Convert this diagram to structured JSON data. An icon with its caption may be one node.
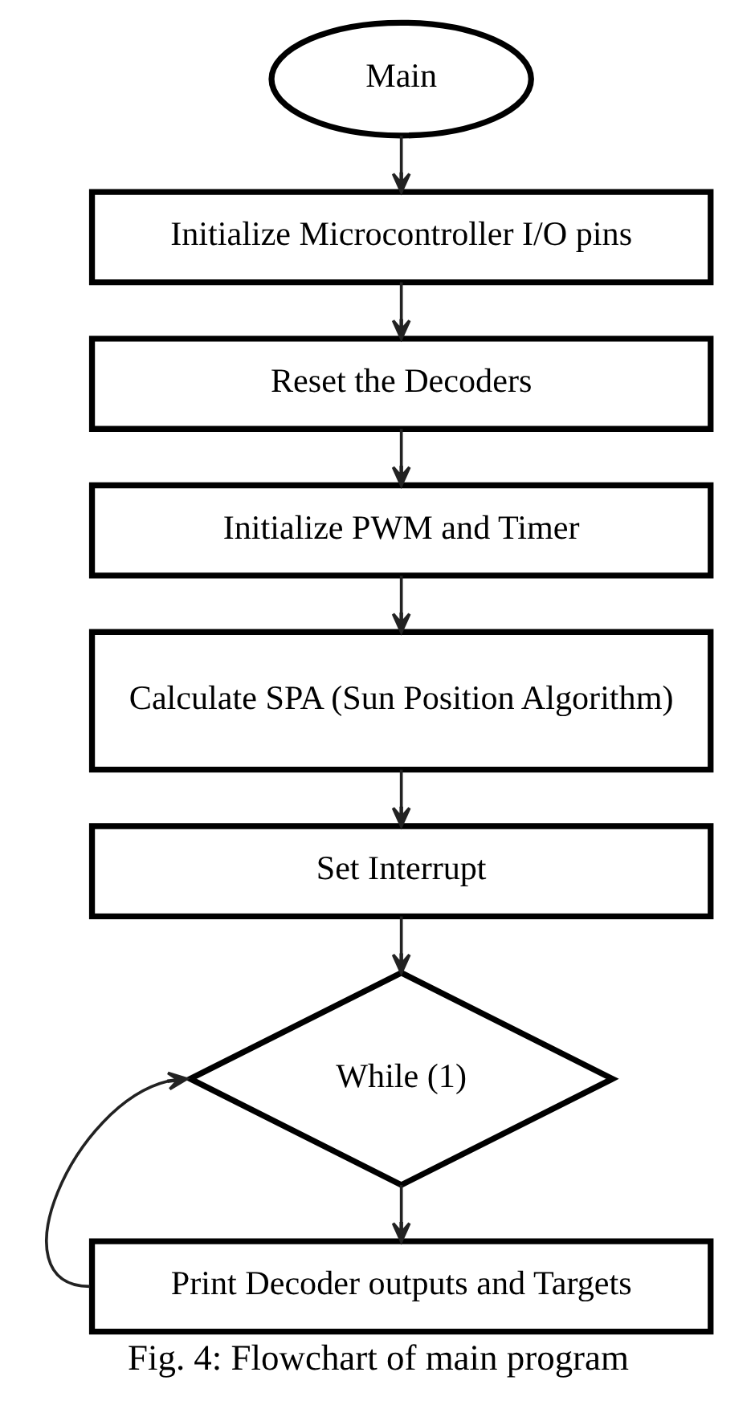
{
  "diagram": {
    "caption": "Fig. 4: Flowchart of main program",
    "nodes": [
      {
        "text": [
          "Main"
        ]
      },
      {
        "text": [
          "Initialize Microcontroller I/O pins"
        ]
      },
      {
        "text": [
          "Reset the Decoders"
        ]
      },
      {
        "text": [
          "Initialize PWM and Timer"
        ]
      },
      {
        "text": [
          "Calculate SPA (Sun Position Algorithm)"
        ]
      },
      {
        "text": [
          "Set Interrupt"
        ]
      },
      {
        "text": [
          "While (1)"
        ]
      },
      {
        "text": [
          "Print Decoder outputs and Targets"
        ]
      }
    ],
    "edges": [
      {
        "from": 0,
        "to": 1,
        "arrow": "to"
      },
      {
        "from": 1,
        "to": 2,
        "arrow": "to"
      },
      {
        "from": 2,
        "to": 3,
        "arrow": "to"
      },
      {
        "from": 3,
        "to": 4,
        "arrow": "to"
      },
      {
        "from": 4,
        "to": 5,
        "arrow": "to"
      },
      {
        "from": 5,
        "to": 6,
        "arrow": "to"
      },
      {
        "from": 6,
        "to": 7,
        "arrow": "to"
      },
      {
        "from": 7,
        "to": 6,
        "arrow": "to"
      }
    ]
  }
}
